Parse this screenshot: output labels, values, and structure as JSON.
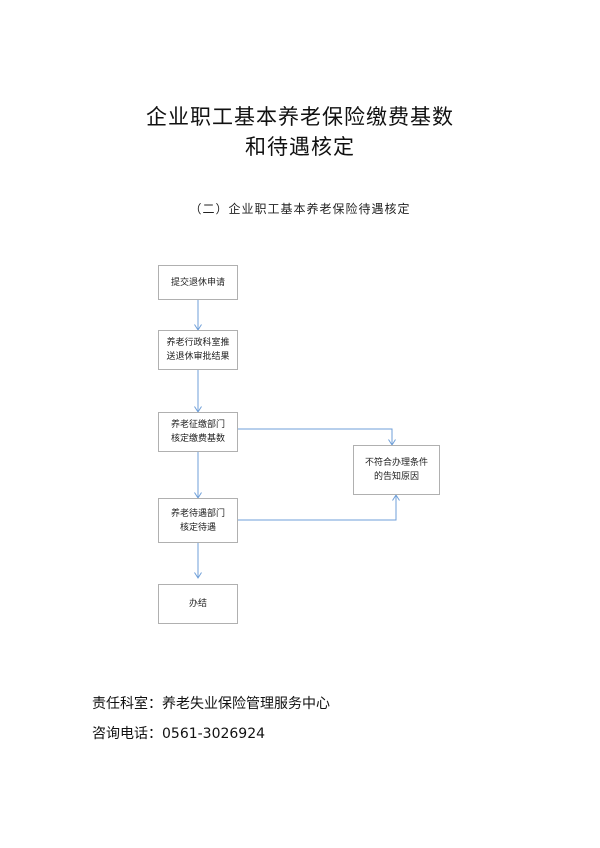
{
  "header": {
    "title_line1": "企业职工基本养老保险缴费基数",
    "title_line2": "和待遇核定",
    "subtitle": "（二）企业职工基本养老保险待遇核定"
  },
  "flowchart": {
    "nodes": {
      "submit": "提交退休申请",
      "review": "养老行政科室推\n送退休审批结果",
      "base": "养老征缴部门\n核定缴费基数",
      "treatment": "养老待遇部门\n核定待遇",
      "done": "办结",
      "notice": "不符合办理条件\n的告知原因"
    },
    "edges": [
      {
        "from": "submit",
        "to": "review"
      },
      {
        "from": "review",
        "to": "base"
      },
      {
        "from": "base",
        "to": "treatment"
      },
      {
        "from": "treatment",
        "to": "done"
      },
      {
        "from": "base",
        "to": "notice"
      },
      {
        "from": "treatment",
        "to": "notice"
      }
    ],
    "colors": {
      "arrow": "#6f9fd8",
      "border": "#b0b0b0"
    }
  },
  "footer": {
    "department": "责任科室：养老失业保险管理服务中心",
    "phone": "咨询电话：0561-3026924"
  }
}
